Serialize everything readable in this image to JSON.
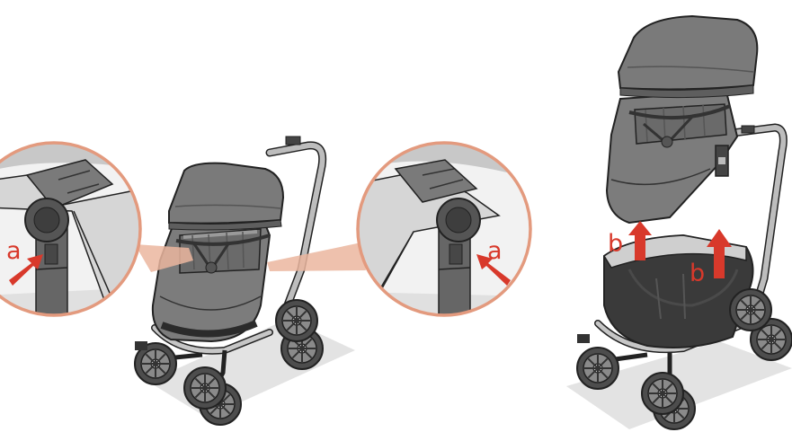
{
  "labels": {
    "step_a_left": "a",
    "step_a_right": "a",
    "step_b_left": "b",
    "step_b_right": "b"
  },
  "colors": {
    "arrow": "#d8392b",
    "callout_ring": "#e8a48a",
    "fabric": "#7c7c7c",
    "fabric_dark": "#5e5e5e",
    "frame": "#b9b9b9",
    "tire": "#555555",
    "shadow": "#e3e3e3",
    "outline": "#222222"
  }
}
